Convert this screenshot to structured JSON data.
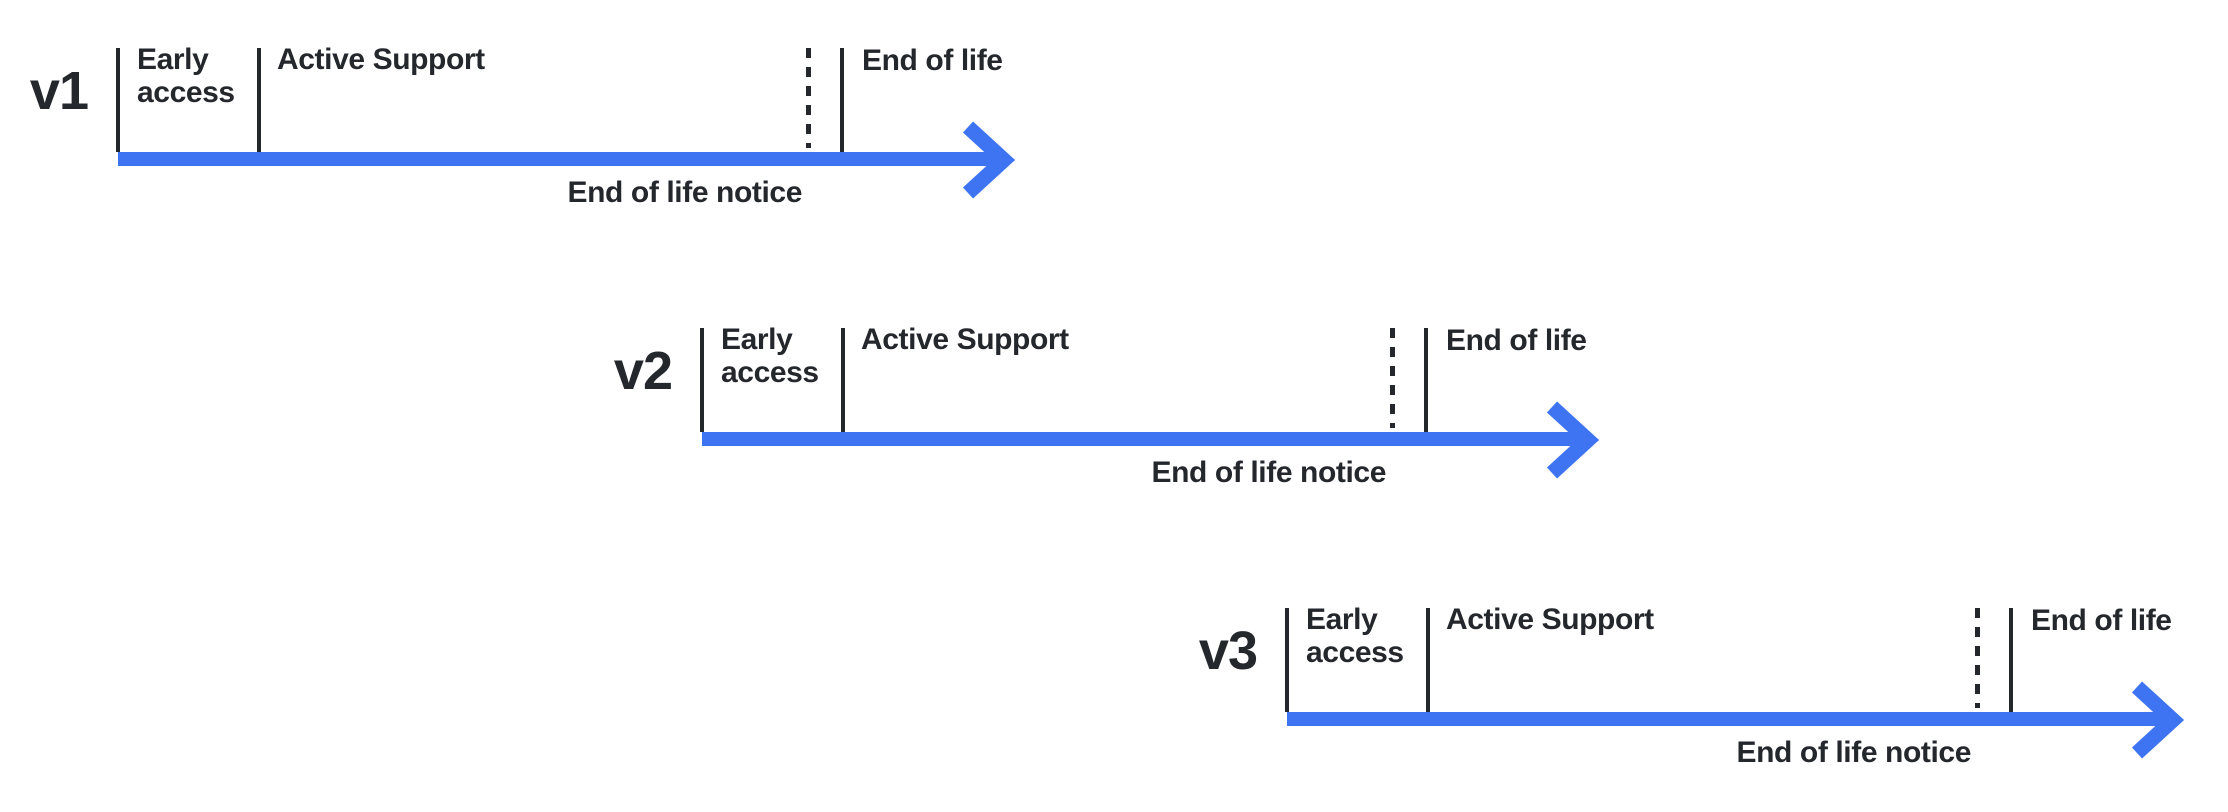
{
  "page": {
    "background": "#ffffff"
  },
  "colors": {
    "arrow_blue": "#3E73F2",
    "ink": "#24272C"
  },
  "timelines": [
    {
      "version": "v1",
      "phase_early": "Early access",
      "phase_active": "Active Support",
      "label_end_of_life": "End of life",
      "label_end_of_life_notice": "End of life notice"
    },
    {
      "version": "v2",
      "phase_early": "Early access",
      "phase_active": "Active Support",
      "label_end_of_life": "End of life",
      "label_end_of_life_notice": "End of life notice"
    },
    {
      "version": "v3",
      "phase_early": "Early access",
      "phase_active": "Active Support",
      "label_end_of_life": "End of life",
      "label_end_of_life_notice": "End of life notice"
    }
  ]
}
